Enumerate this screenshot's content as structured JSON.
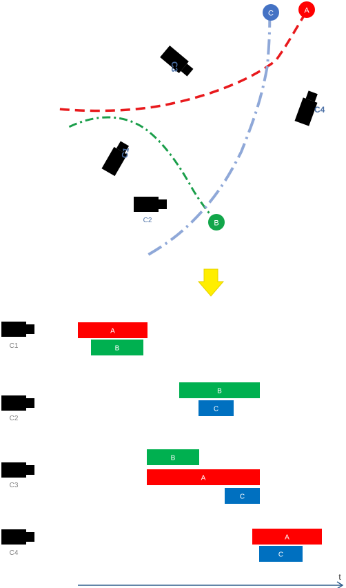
{
  "scene": {
    "targets": [
      {
        "id": "A",
        "label": "A",
        "color": "#ff0000"
      },
      {
        "id": "B",
        "label": "B",
        "color": "#12a64a"
      },
      {
        "id": "C",
        "label": "C",
        "color": "#4472c4"
      }
    ],
    "cameras": [
      {
        "id": "C1",
        "label": "C1"
      },
      {
        "id": "C2",
        "label": "C2"
      },
      {
        "id": "C3",
        "label": "C3"
      },
      {
        "id": "C4",
        "label": "C4"
      }
    ],
    "colors": {
      "trajectory_a": "#e8191c",
      "trajectory_b": "#1a9e4a",
      "trajectory_c": "#8fa8d8",
      "camera": "#000000",
      "camera_label": "#4a6fa5",
      "arrow": "#ffee00"
    }
  },
  "timeline": {
    "rows": [
      {
        "camera": "C1",
        "bars": [
          {
            "label": "A",
            "color": "#ff0000"
          },
          {
            "label": "B",
            "color": "#00b050"
          }
        ]
      },
      {
        "camera": "C2",
        "bars": [
          {
            "label": "B",
            "color": "#00b050"
          },
          {
            "label": "C",
            "color": "#0070c0"
          }
        ]
      },
      {
        "camera": "C3",
        "bars": [
          {
            "label": "B",
            "color": "#00b050"
          },
          {
            "label": "A",
            "color": "#ff0000"
          },
          {
            "label": "C",
            "color": "#0070c0"
          }
        ]
      },
      {
        "camera": "C4",
        "bars": [
          {
            "label": "A",
            "color": "#ff0000"
          },
          {
            "label": "C",
            "color": "#0070c0"
          }
        ]
      }
    ],
    "axis_label": "t",
    "axis_color": "#2e5d8c"
  }
}
